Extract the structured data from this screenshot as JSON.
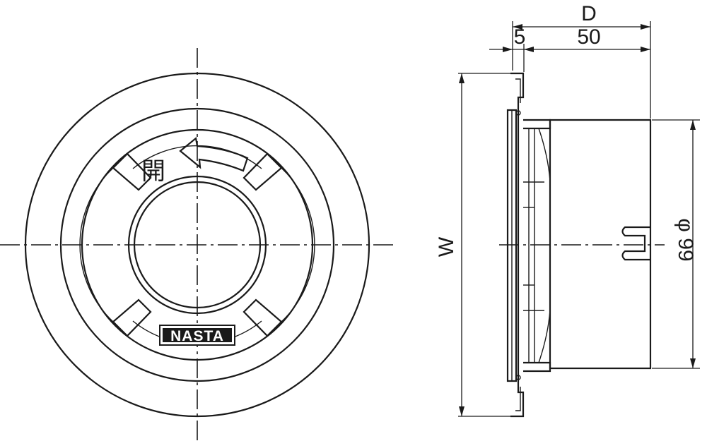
{
  "front_view": {
    "open_label": "開",
    "brand_logo": "NASTA"
  },
  "side_view": {
    "dim_depth_label": "D",
    "dim_flange_label": "5",
    "dim_body_label": "50",
    "dim_width_label": "W",
    "dim_diameter_label": "φ 99"
  }
}
